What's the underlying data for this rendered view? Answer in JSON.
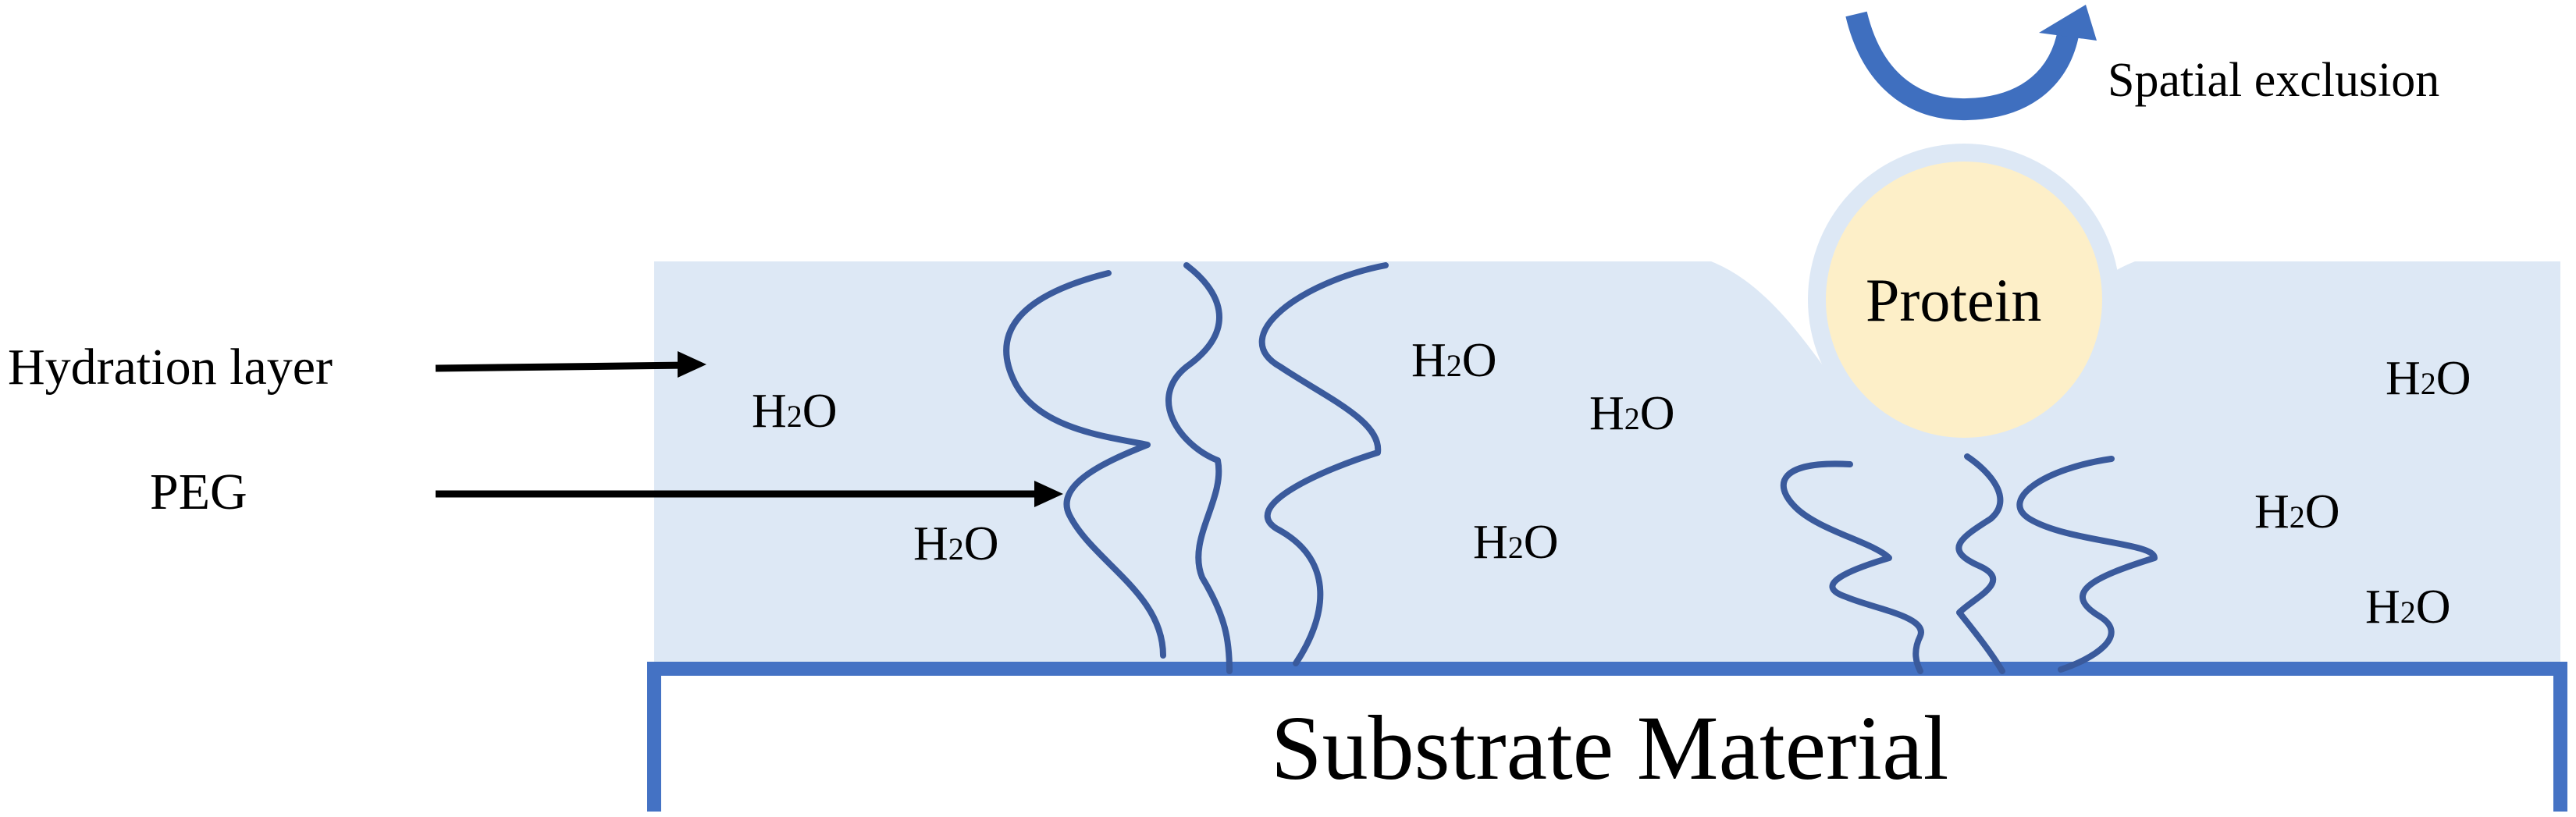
{
  "labels": {
    "hydration_layer": "Hydration layer",
    "peg": "PEG",
    "protein": "Protein",
    "spatial_exclusion": "Spatial exclusion",
    "substrate": "Substrate Material"
  },
  "water": {
    "h": "H",
    "sub": "2",
    "o": "O"
  },
  "colors": {
    "hydration_fill": "#dde8f5",
    "peg_chain": "#3a5a9c",
    "substrate_border": "#4472c4",
    "protein_fill": "#fdefc8",
    "protein_halo": "#dde8f5",
    "exclusion_arrow": "#3f6fbf"
  }
}
